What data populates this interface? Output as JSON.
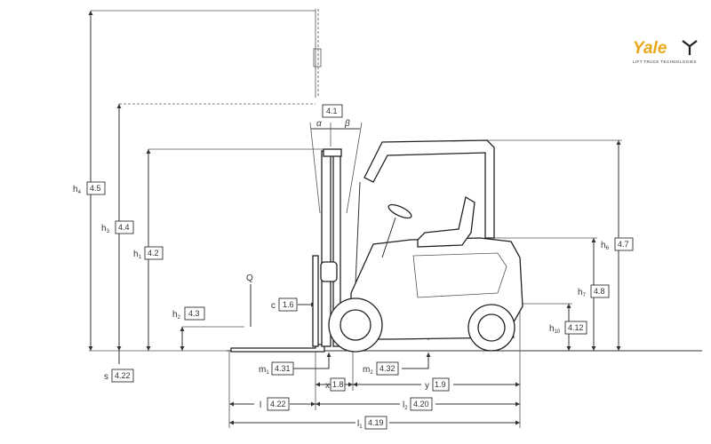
{
  "brand": {
    "name": "Yale",
    "tagline": "LIFT TRUCK TECHNOLOGIES",
    "color": "#e8a817"
  },
  "dimensions": {
    "h4": {
      "sym": "h",
      "sub": "4",
      "val": "4.5"
    },
    "h3": {
      "sym": "h",
      "sub": "3",
      "val": "4.4"
    },
    "h1": {
      "sym": "h",
      "sub": "1",
      "val": "4.2"
    },
    "h2": {
      "sym": "h",
      "sub": "2",
      "val": "4.3"
    },
    "tilt": {
      "alpha": "α",
      "beta": "β",
      "val": "4.1"
    },
    "Q": {
      "sym": "Q"
    },
    "c": {
      "sym": "c",
      "val": "1.6"
    },
    "s": {
      "sym": "s",
      "val": "4.22"
    },
    "h6": {
      "sym": "h",
      "sub": "6",
      "val": "4.7"
    },
    "h7": {
      "sym": "h",
      "sub": "7",
      "val": "4.8"
    },
    "h10": {
      "sym": "h",
      "sub": "10",
      "val": "4.12"
    },
    "m1": {
      "sym": "m",
      "sub": "1",
      "val": "4.31"
    },
    "m2": {
      "sym": "m",
      "sub": "2",
      "val": "4.32"
    },
    "x": {
      "sym": "x",
      "val": "1.8"
    },
    "y": {
      "sym": "y",
      "val": "1.9"
    },
    "l": {
      "sym": "l",
      "val": "4.22"
    },
    "l2": {
      "sym": "l",
      "sub": "2",
      "val": "4.20"
    },
    "l1": {
      "sym": "l",
      "sub": "1",
      "val": "4.19"
    }
  }
}
